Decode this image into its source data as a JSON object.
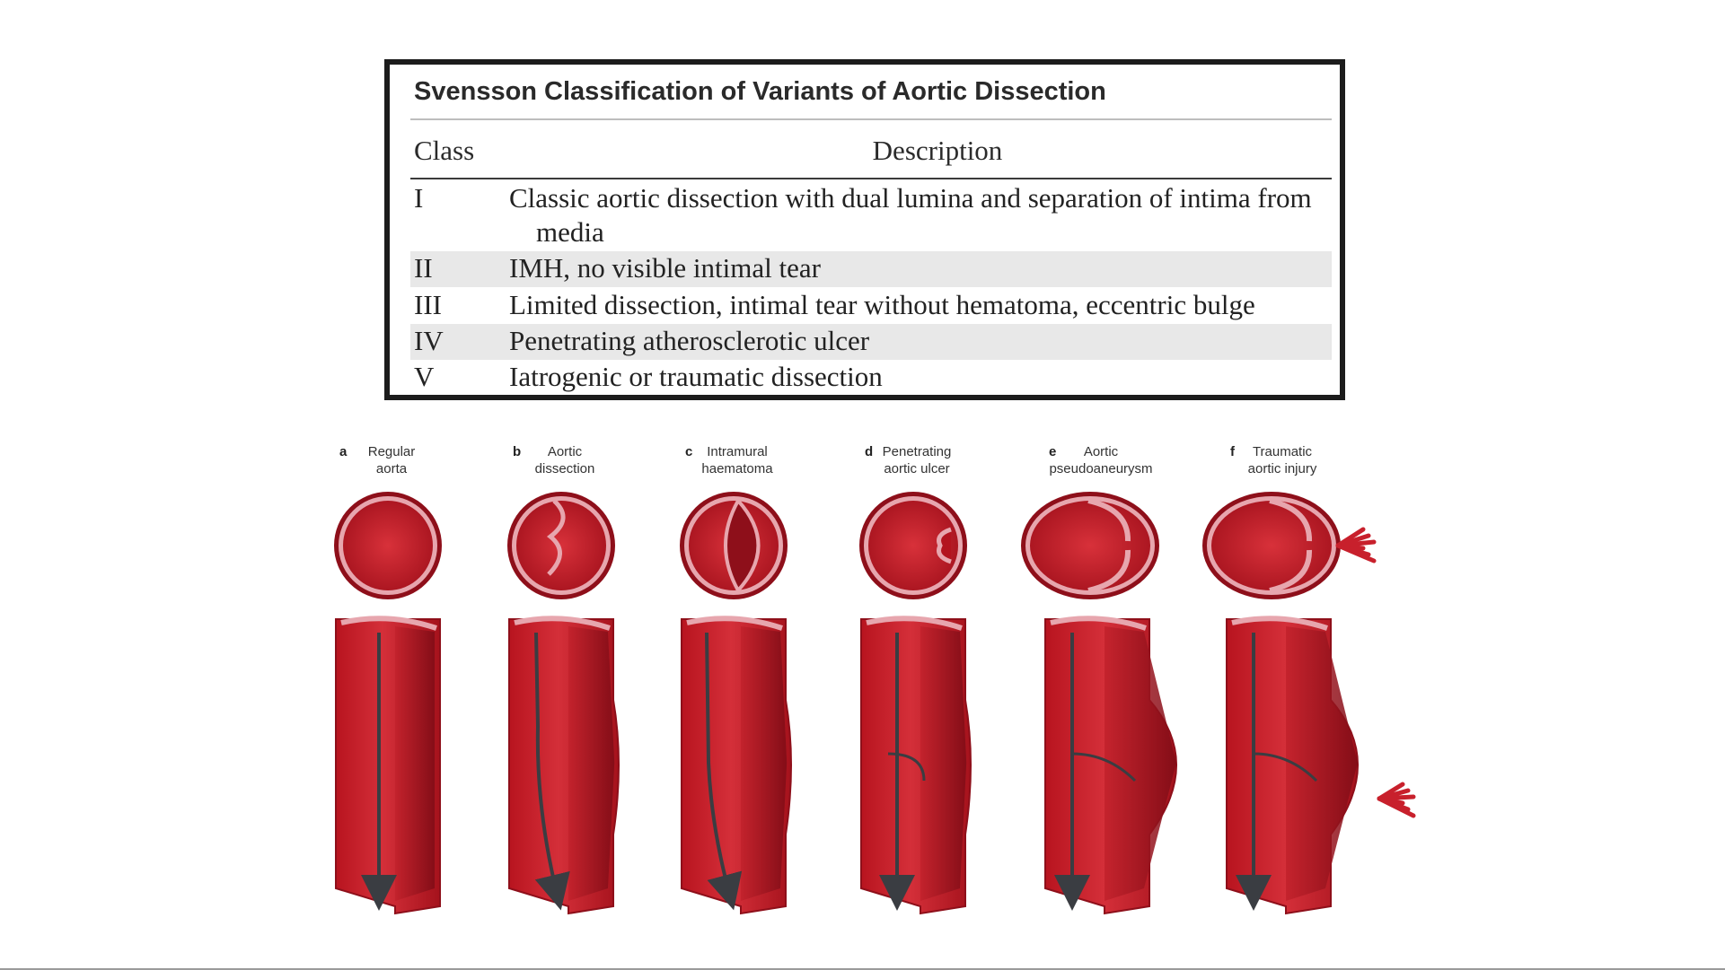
{
  "table": {
    "title": "Svensson Classification of Variants of Aortic Dissection",
    "columns": {
      "class": "Class",
      "description": "Description"
    },
    "rows": [
      {
        "class": "I",
        "description": "Classic aortic dissection with dual lumina and separation of intima from",
        "description_cont": "media"
      },
      {
        "class": "II",
        "description": "IMH, no visible intimal tear"
      },
      {
        "class": "III",
        "description": "Limited dissection, intimal tear without hematoma, eccentric bulge"
      },
      {
        "class": "IV",
        "description": "Penetrating atherosclerotic ulcer"
      },
      {
        "class": "V",
        "description": "Iatrogenic or traumatic dissection"
      }
    ]
  },
  "figure": {
    "panels": [
      {
        "letter": "a",
        "line1": "Regular",
        "line2": "aorta"
      },
      {
        "letter": "b",
        "line1": "Aortic",
        "line2": "dissection"
      },
      {
        "letter": "c",
        "line1": "Intramural",
        "line2": "haematoma"
      },
      {
        "letter": "d",
        "line1": "Penetrating",
        "line2": "aortic ulcer"
      },
      {
        "letter": "e",
        "line1": "Aortic",
        "line2": "pseudoaneurysm"
      },
      {
        "letter": "f",
        "line1": "Traumatic",
        "line2": "aortic injury"
      }
    ],
    "colors": {
      "vessel": "#c8202c",
      "vessel_dark": "#8e0f1a",
      "wall": "#e7a6ae",
      "arrow": "#3a3d42"
    }
  }
}
